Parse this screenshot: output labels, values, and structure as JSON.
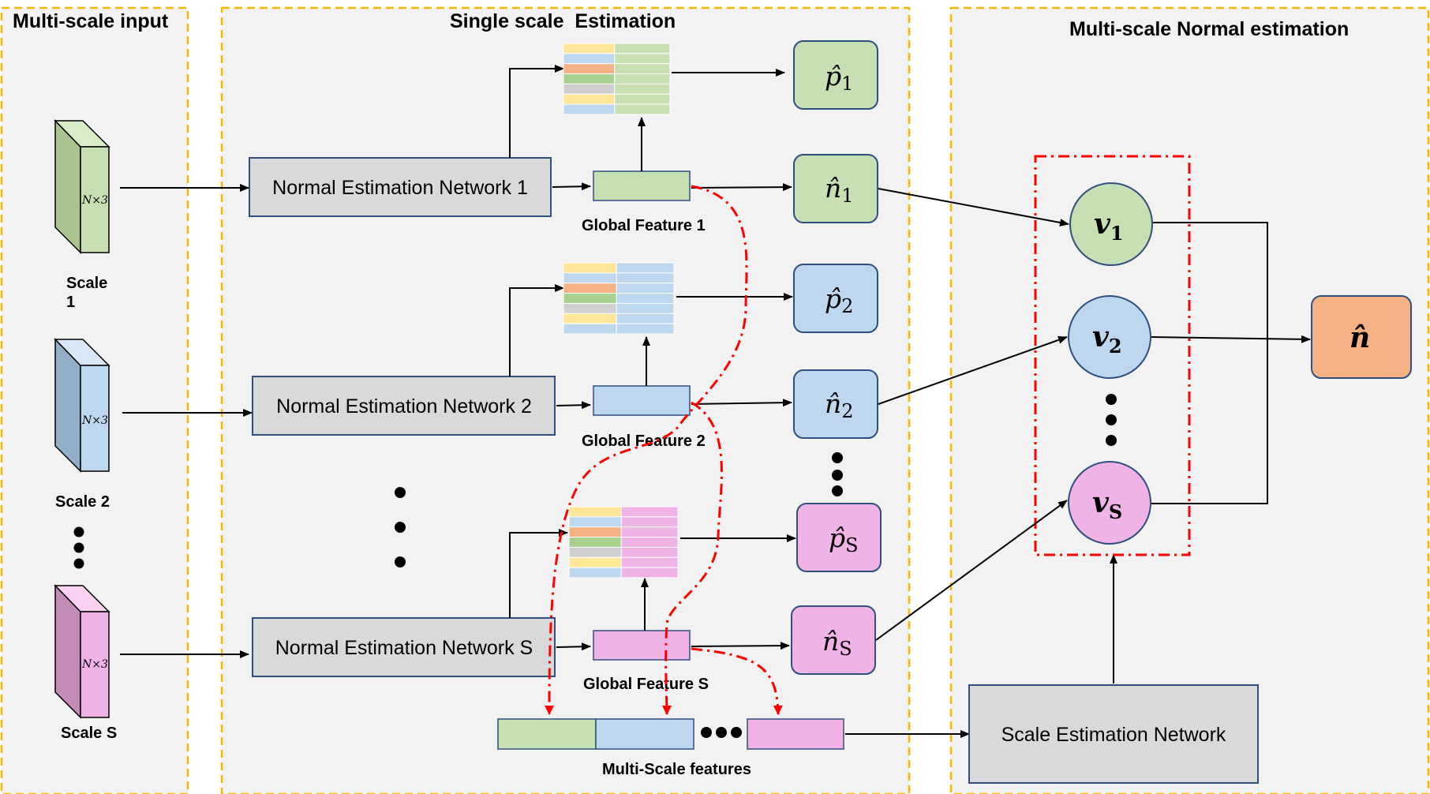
{
  "panels": {
    "input_title": "Multi-scale input",
    "single_title": "Single scale  Estimation",
    "multi_title": "Multi-scale Normal estimation"
  },
  "inputs": [
    {
      "label": "Scale\n1",
      "dims": "N×3",
      "color": "#c6e0b4"
    },
    {
      "label": "Scale 2",
      "dims": "N×3",
      "color": "#bdd7ee"
    },
    {
      "label": "Scale S",
      "dims": "N×3",
      "color": "#f0b3e6"
    }
  ],
  "networks": [
    {
      "label": "Normal Estimation Network 1",
      "feature_label": "Global Feature 1",
      "feature_color": "#c6e0b4"
    },
    {
      "label": "Normal Estimation Network 2",
      "feature_label": "Global Feature 2",
      "feature_color": "#bdd7ee"
    },
    {
      "label": "Normal Estimation Network S",
      "feature_label": "Global Feature S",
      "feature_color": "#f0b3e6"
    }
  ],
  "outputs": {
    "p": [
      {
        "sym": "p̂",
        "sub": "1"
      },
      {
        "sym": "p̂",
        "sub": "2"
      },
      {
        "sym": "p̂",
        "sub": "S"
      }
    ],
    "n": [
      {
        "sym": "n̂",
        "sub": "1"
      },
      {
        "sym": "n̂",
        "sub": "2"
      },
      {
        "sym": "n̂",
        "sub": "S"
      }
    ]
  },
  "weights": [
    {
      "sym": "v",
      "sub": "1"
    },
    {
      "sym": "v",
      "sub": "2"
    },
    {
      "sym": "v",
      "sub": "S"
    }
  ],
  "final_output": "n̂",
  "multi_scale_label": "Multi-Scale features",
  "scale_network_label": "Scale Estimation Network",
  "colors": {
    "green": "#c6e0b4",
    "blue": "#bdd7ee",
    "pink": "#f0b3e6",
    "orange": "#f4b183",
    "gray": "#d9d9d9",
    "panel_border": "#f5b800",
    "red_dash": "#ff0000"
  }
}
